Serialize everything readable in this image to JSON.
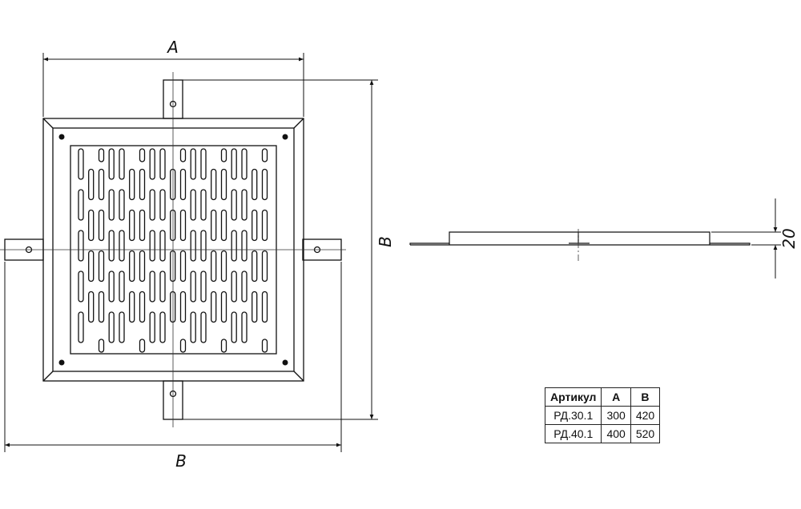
{
  "dimensions": {
    "width_label": "A",
    "outer_label": "B",
    "side_label": "B",
    "thickness_label": "20"
  },
  "spec_table": {
    "headers": [
      "Артикул",
      "A",
      "B"
    ],
    "rows": [
      [
        "РД.30.1",
        "300",
        "420"
      ],
      [
        "РД.40.1",
        "400",
        "520"
      ]
    ]
  },
  "colors": {
    "line": "#111111",
    "center_line": "#333333"
  }
}
